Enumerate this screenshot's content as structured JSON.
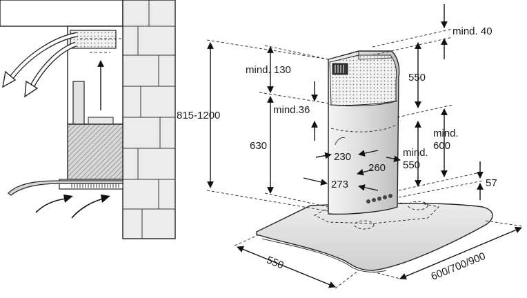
{
  "dimensions": {
    "min_40": "mind. 40",
    "min_130": "mind. 130",
    "d_550_top": "550",
    "min_36": "mind.36",
    "range_815_1200": "815-1200",
    "min_600_a": "mind.",
    "min_600_b": "600",
    "d_630": "630",
    "d_230": "230",
    "d_260": "260",
    "min_550_a": "mind.",
    "min_550_b": "550",
    "d_273": "273",
    "d_57": "57",
    "d_550_bottom": "550",
    "widths": "600/700/900"
  }
}
